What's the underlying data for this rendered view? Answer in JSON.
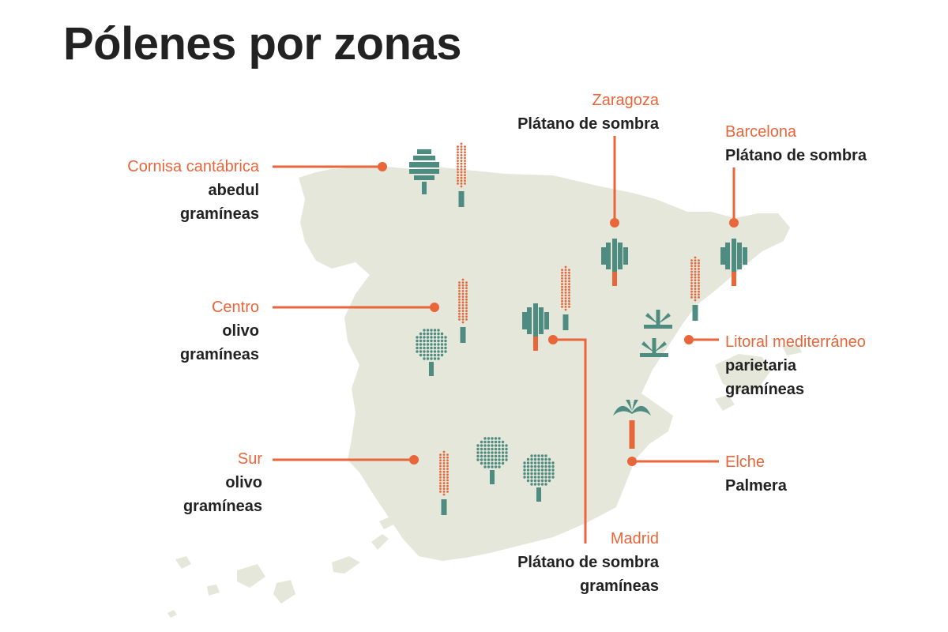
{
  "title": "Pólenes por zonas",
  "colors": {
    "accent": "#e8663a",
    "teal": "#4e8c82",
    "land": "#e5e7da",
    "text": "#222222"
  },
  "zones": {
    "cornisa": {
      "name": "Cornisa cantábrica",
      "pollens": [
        "abedul",
        "gramíneas"
      ]
    },
    "centro": {
      "name": "Centro",
      "pollens": [
        "olivo",
        "gramíneas"
      ]
    },
    "sur": {
      "name": "Sur",
      "pollens": [
        "olivo",
        "gramíneas"
      ]
    },
    "zaragoza": {
      "name": "Zaragoza",
      "pollens": [
        "Plátano de sombra"
      ]
    },
    "barcelona": {
      "name": "Barcelona",
      "pollens": [
        "Plátano de sombra"
      ]
    },
    "litoral": {
      "name": "Litoral mediterráneo",
      "pollens": [
        "parietaria",
        "gramíneas"
      ]
    },
    "elche": {
      "name": "Elche",
      "pollens": [
        "Palmera"
      ]
    },
    "madrid": {
      "name": "Madrid",
      "pollens": [
        "Plátano de sombra",
        "gramíneas"
      ]
    }
  }
}
